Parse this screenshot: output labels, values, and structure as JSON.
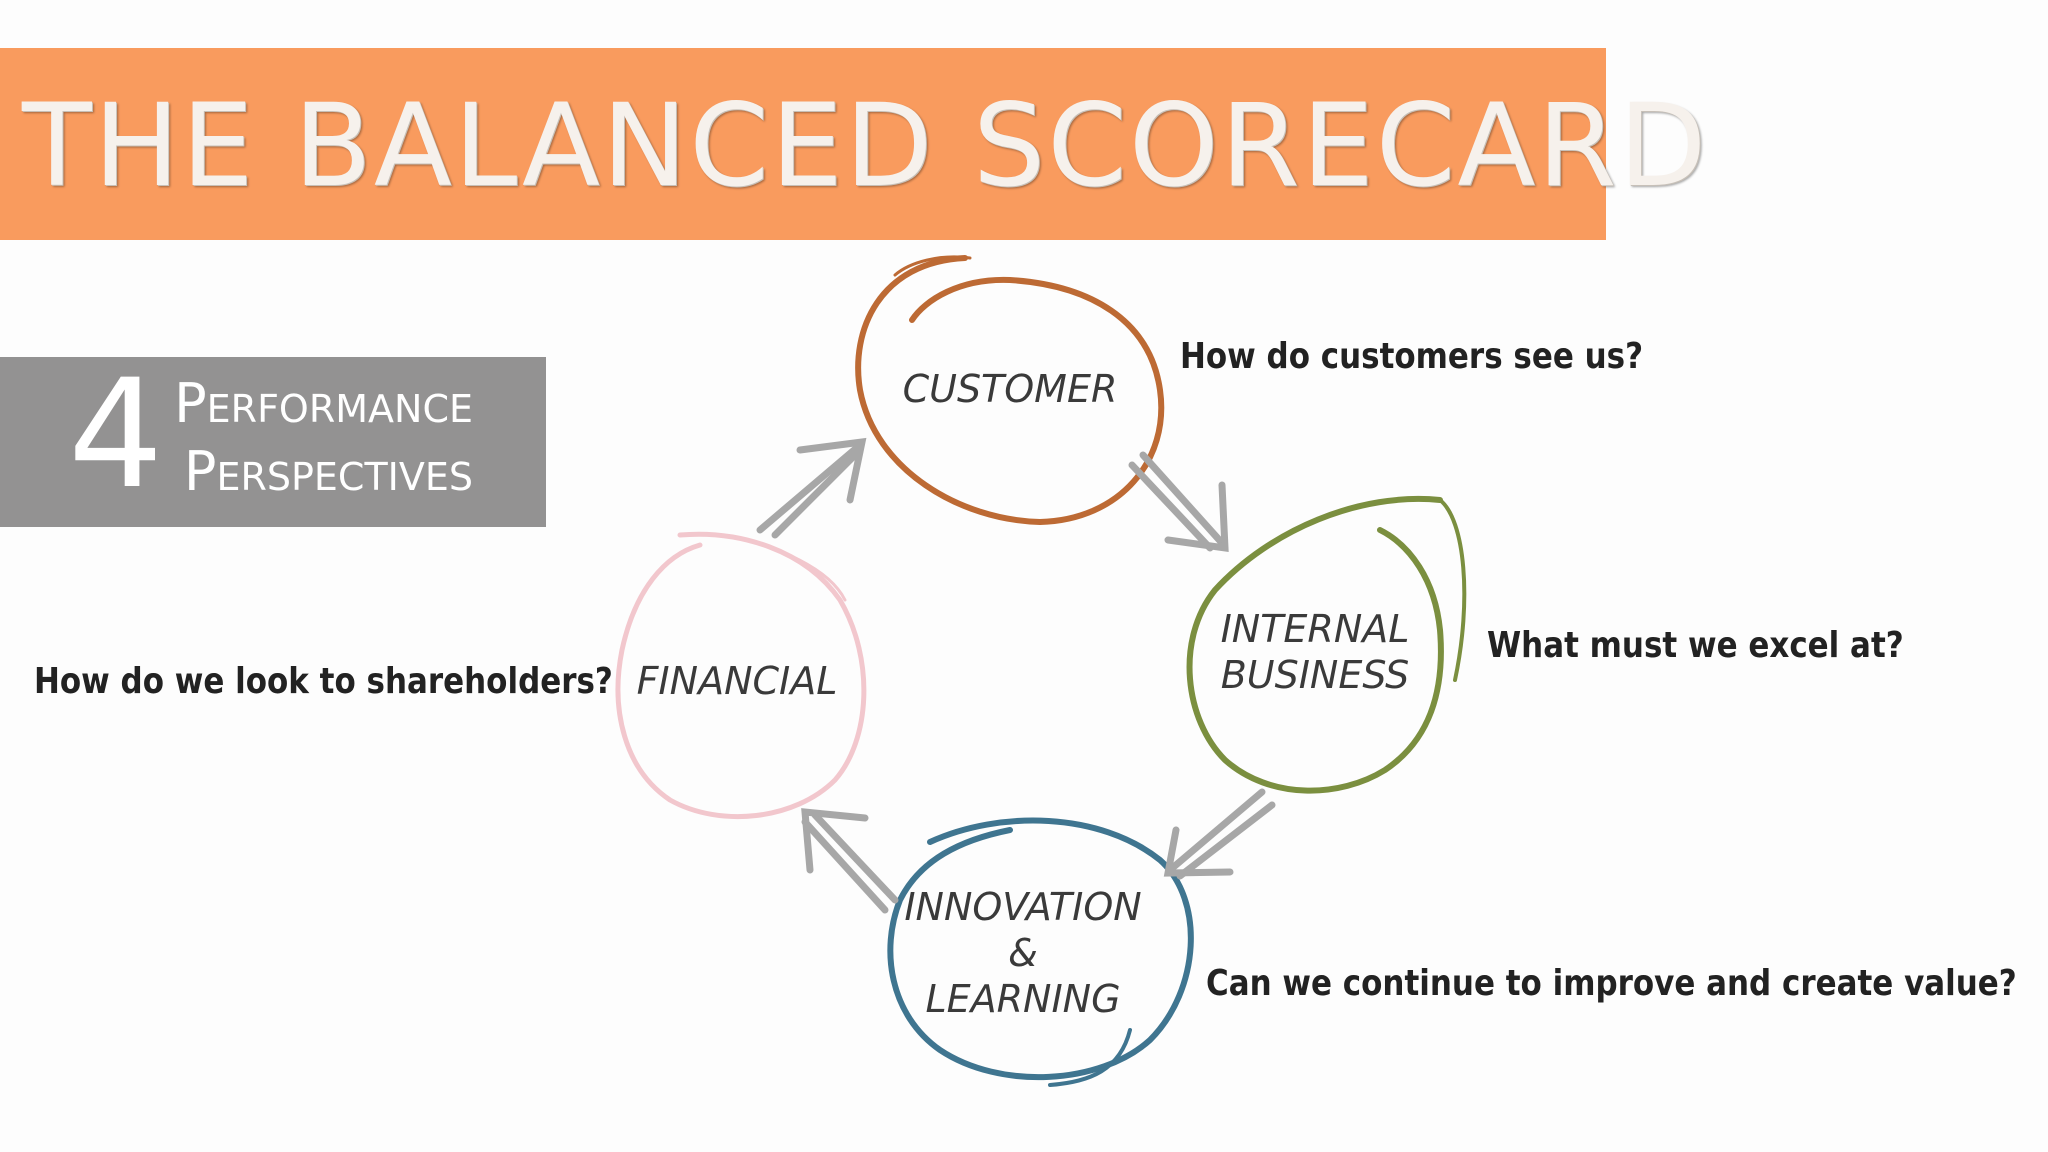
{
  "title": "THE BALANCED SCORECARD",
  "perspectives": {
    "number": "4",
    "line1": "Performance",
    "line2": "Perspectives"
  },
  "nodes": {
    "customer": "CUSTOMER",
    "internal_business": [
      "INTERNAL",
      "BUSINESS"
    ],
    "innovation_learning": [
      "INNOVATION",
      "&",
      "LEARNING"
    ],
    "financial": "FINANCIAL"
  },
  "questions": {
    "customer": "How do customers see us?",
    "internal_business": "What must we excel at?",
    "innovation_learning": "Can we continue to improve and create value?",
    "financial": "How do we look to shareholders?"
  },
  "colors": {
    "banner": "#f99b5e",
    "perspectives_box": "#939292",
    "customer": "#bd6a34",
    "internal_business": "#7b8f3f",
    "innovation_learning": "#3f7590",
    "financial": "#f2c7cd",
    "arrows": "#a7a7a7"
  }
}
